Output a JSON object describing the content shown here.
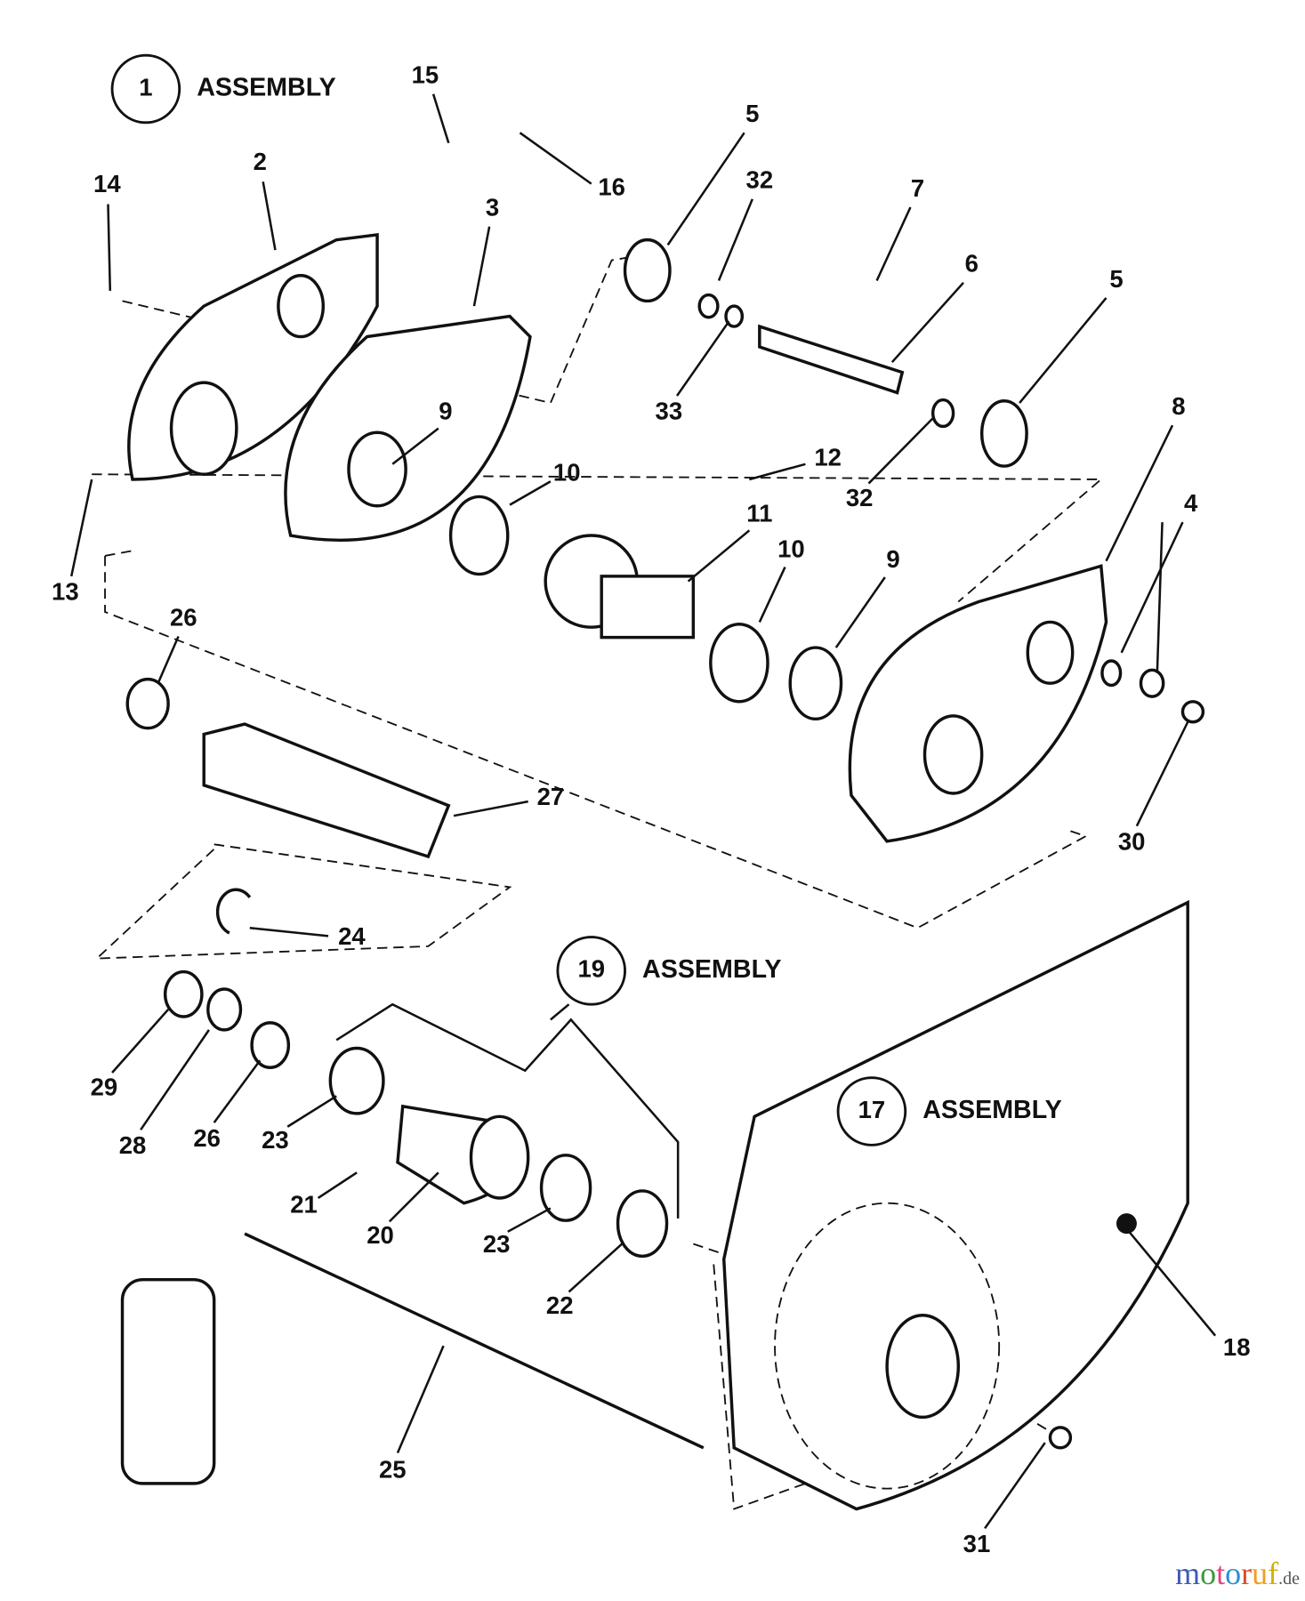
{
  "assemblies": [
    {
      "number": "1",
      "label": "ASSEMBLY"
    },
    {
      "number": "19",
      "label": "ASSEMBLY"
    },
    {
      "number": "17",
      "label": "ASSEMBLY"
    }
  ],
  "callouts": [
    "15",
    "16",
    "14",
    "2",
    "3",
    "5",
    "32",
    "7",
    "6",
    "5",
    "33",
    "9",
    "10",
    "12",
    "32",
    "11",
    "10",
    "9",
    "8",
    "4",
    "13",
    "26",
    "27",
    "30",
    "24",
    "29",
    "28",
    "26",
    "23",
    "21",
    "20",
    "23",
    "22",
    "18",
    "25",
    "31"
  ],
  "watermark": {
    "text": "motoruf",
    "suffix": ".de",
    "colors": [
      "#3b5bb5",
      "#3a9a3a",
      "#e0457b",
      "#2a8fd0",
      "#e04a2a",
      "#f0a020",
      "#d4b000"
    ]
  }
}
